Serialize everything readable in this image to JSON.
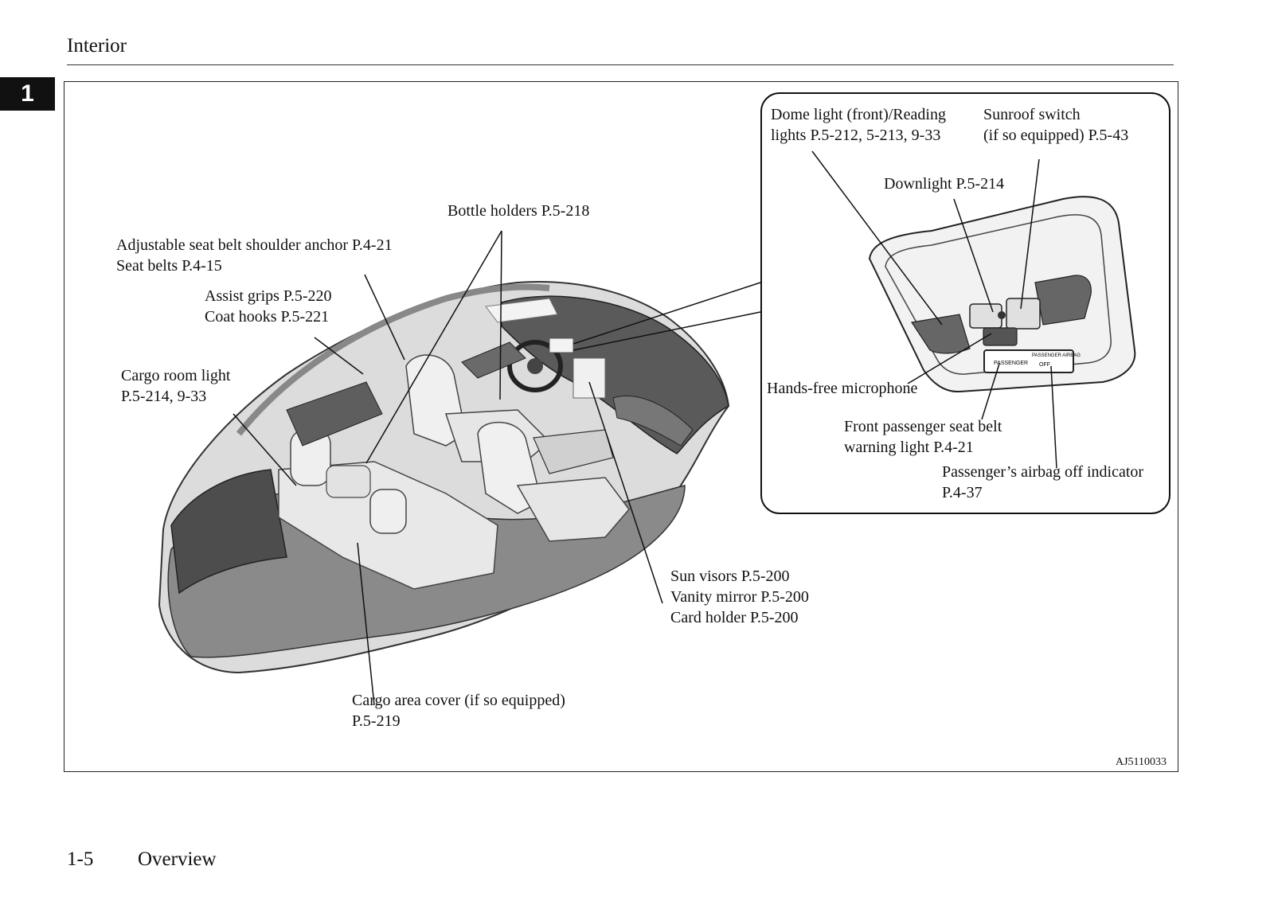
{
  "header": {
    "section_title": "Interior",
    "chapter_number": "1"
  },
  "figure": {
    "code": "AJ5110033",
    "labels": {
      "bottle_holders": [
        "Bottle holders P.5-218"
      ],
      "seat_belt_anchor": [
        "Adjustable seat belt shoulder anchor P.4-21",
        "Seat belts P.4-15"
      ],
      "assist_grips": [
        "Assist grips P.5-220",
        "Coat hooks P.5-221"
      ],
      "cargo_room_light": [
        "Cargo room light",
        "P.5-214, 9-33"
      ],
      "sun_visors": [
        "Sun visors P.5-200",
        "Vanity mirror P.5-200",
        "Card holder P.5-200"
      ],
      "cargo_area_cover": [
        "Cargo area cover (if so equipped)",
        "P.5-219"
      ]
    },
    "inset": {
      "labels": {
        "dome_light": [
          "Dome light (front)/Reading",
          "lights P.5-212, 5-213, 9-33"
        ],
        "sunroof_switch": [
          "Sunroof switch",
          "(if so equipped) P.5-43"
        ],
        "downlight": [
          "Downlight P.5-214"
        ],
        "hands_free_mic": [
          "Hands-free microphone"
        ],
        "seat_belt_warning": [
          "Front passenger seat belt",
          "warning light P.4-21"
        ],
        "airbag_off": [
          "Passenger’s airbag off indicator",
          "P.4-37"
        ]
      },
      "panel_text": {
        "passenger": "PASSENGER",
        "passenger_airbag": "PASSENGER AIRBAG",
        "off": "OFF"
      }
    }
  },
  "footer": {
    "page_number": "1-5",
    "chapter_title": "Overview"
  }
}
